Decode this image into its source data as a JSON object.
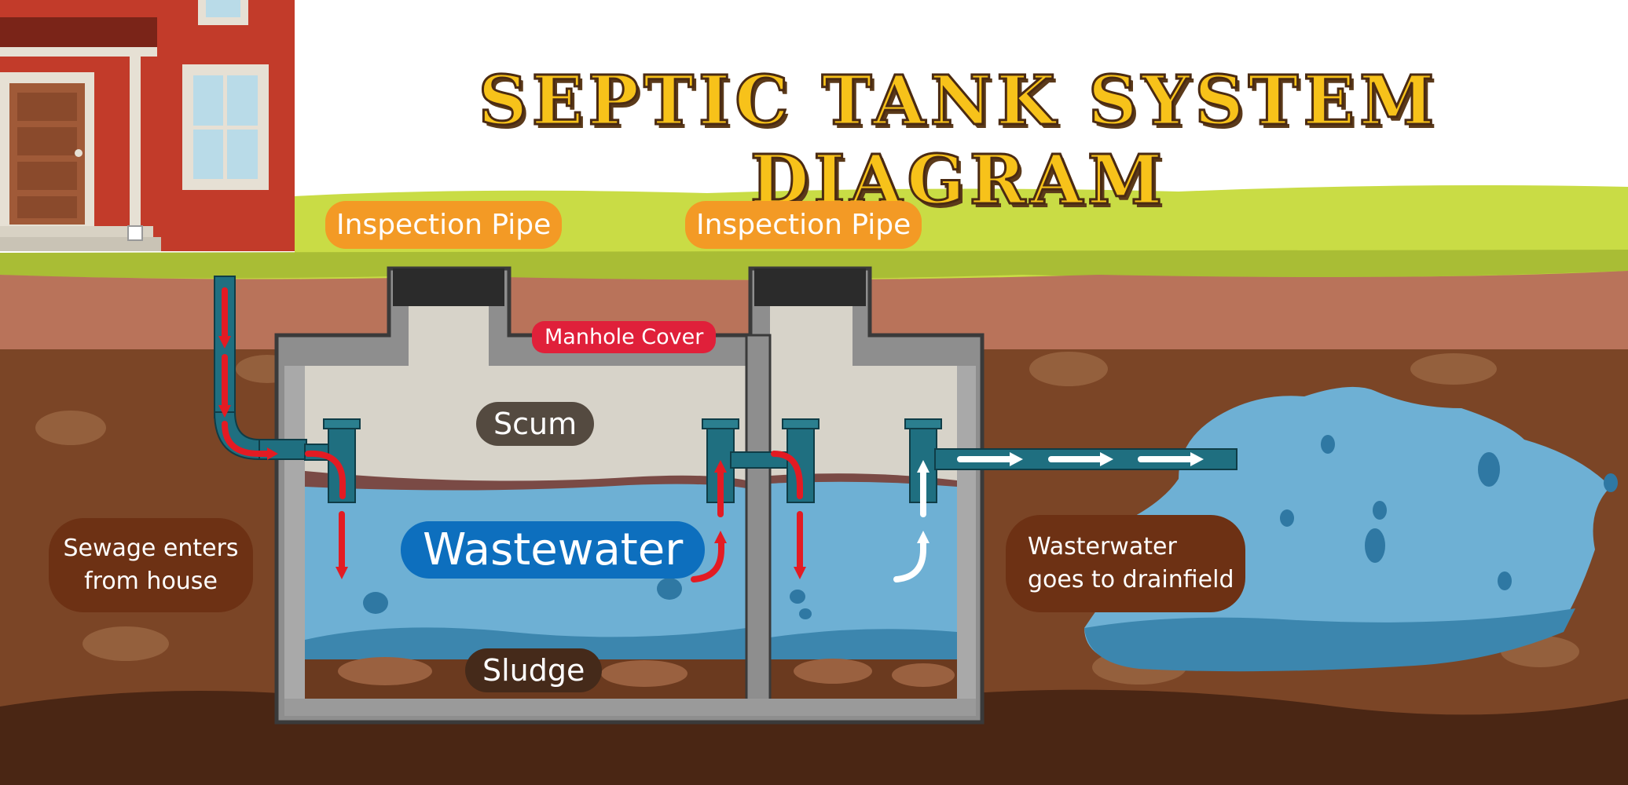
{
  "title": "SEPTIC TANK SYSTEM DIAGRAM",
  "labels": {
    "inspection_pipe_left": "Inspection Pipe",
    "inspection_pipe_right": "Inspection Pipe",
    "manhole_cover": "Manhole Cover",
    "scum": "Scum",
    "wastewater": "Wastewater",
    "sludge": "Sludge",
    "sewage_enters": "Sewage enters\nfrom house",
    "wastewater_drainfield": "Wasterwater\ngoes to drainfield"
  },
  "colors": {
    "title_fill": "#f7c21a",
    "grass": "#c9dc45",
    "soil_top": "#b9735a",
    "soil_deep": "#6b3a1f",
    "tank_wall": "#8e8e8e",
    "scum": "#d7d3c9",
    "water": "#6eb0d4",
    "pipe": "#1f6f80",
    "flow_in_arrow": "#e31b23",
    "flow_out_arrow": "#ffffff",
    "inspection_label": "#f39a25",
    "manhole_label": "#e0203a",
    "wastewater_label": "#0d6fbe"
  }
}
